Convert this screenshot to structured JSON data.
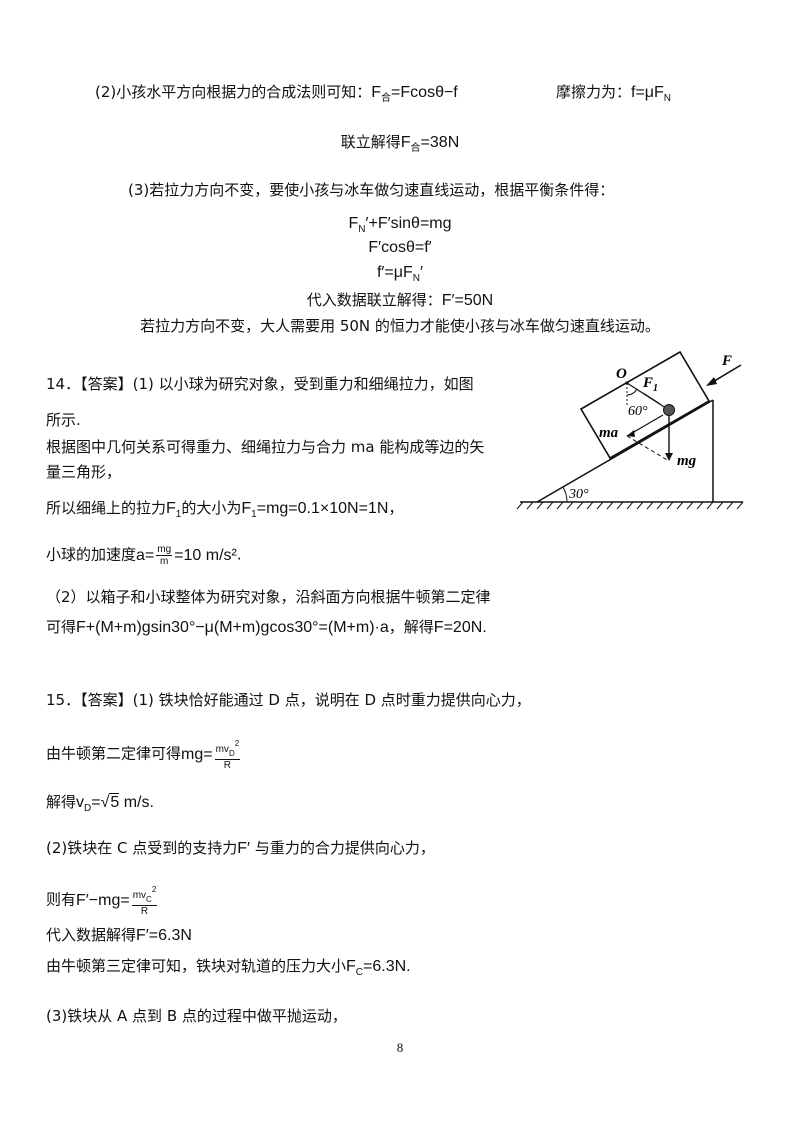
{
  "s13": {
    "p2_label": "(2)",
    "p2_text": "小孩水平方向根据力的合成法则可知：",
    "p2_eq": "F合=Fcosθ−f",
    "p2_friction_label": "摩擦力为：",
    "p2_friction_eq": "f=μFN",
    "p2_solve_label": "联立解得",
    "p2_solve_eq": "F合=38N",
    "p3_label": "(3)",
    "p3_text": "若拉力方向不变，要使小孩与冰车做匀速直线运动，根据平衡条件得：",
    "eq1": "FN′+F′sinθ=mg",
    "eq2": "F′cosθ=f′",
    "eq3": "f′=μFN′",
    "sub_label": "代入数据联立解得：",
    "sub_eq": "F′=50N",
    "conclusion": "若拉力方向不变，大人需要用  50N 的恒力才能使小孩与冰车做匀速直线运动。"
  },
  "s14": {
    "head": "14．【答案】",
    "p1_label": "(1)",
    "p1_text": " 以小球为研究对象，受到重力和细绳拉力，如图",
    "p1_text2": "所示.",
    "l3": "根据图中几何关系可得重力、细绳拉力与合力  ma 能构成等边的矢",
    "l4": "量三角形，",
    "l5_a": "所以细绳上的拉力",
    "l5_b": "的大小为",
    "l5_eq": "F1=mg=0.1×10N=1N",
    "l5_end": "，",
    "l6_a": "小球的加速度",
    "l6_eq": "=10 m/s²",
    "l6_end": ".",
    "p2": "（2）以箱子和小球整体为研究对象，沿斜面方向根据牛顿第二定律",
    "p2_a": "可得",
    "p2_eq": "F+(M+m)gsin30°−μ(M+m)gcos30°=(M+m)·a",
    "p2_b": "，解得",
    "p2_res": "F=20N.",
    "fig": {
      "O": "O",
      "F1": "F",
      "F1_sub": "1",
      "F": "F",
      "angle60": "60°",
      "ma": "ma",
      "mg": "mg",
      "angle30": "30°"
    }
  },
  "s15": {
    "head": "15．【答案】",
    "p1_label": "(1)",
    "p1_text": " 铁块恰好能通过  D 点，说明在  D 点时重力提供向心力，",
    "l2": "由牛顿第二定律可得",
    "l3": "解得",
    "l3_eq": "vD=√5 m/s.",
    "p2_label": "(2)",
    "p2_text": "铁块在  C 点受到的支持力",
    "p2_force": "F′",
    "p2_text2": " 与重力的合力提供向心力，",
    "l5": "则有",
    "l6": "代入数据解得",
    "l6_eq": "F′=6.3N",
    "l7": "由牛顿第三定律可知，铁块对轨道的压力大小",
    "l7_eq": "FC=6.3N.",
    "p3_label": "(3)",
    "p3_text": "铁块从  A 点到  B 点的过程中做平抛运动，"
  },
  "page_number": "8"
}
